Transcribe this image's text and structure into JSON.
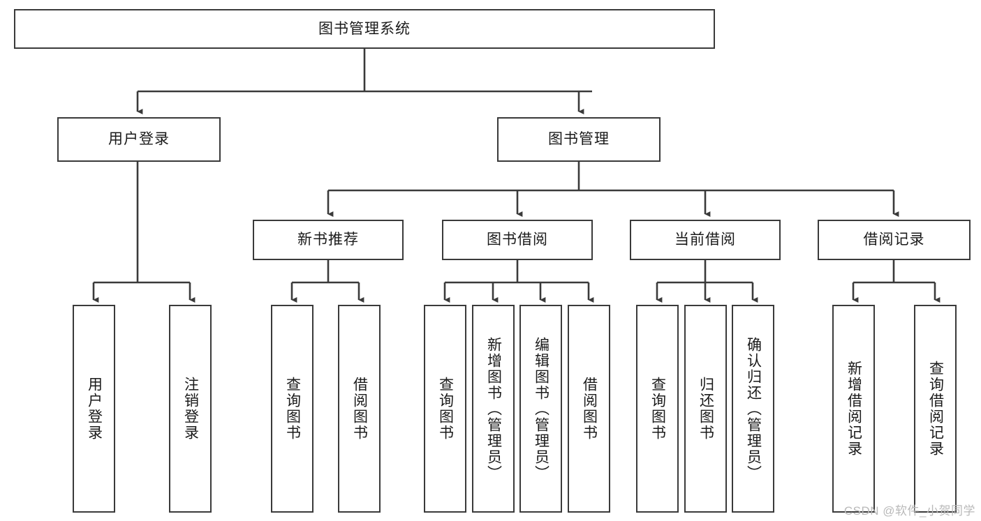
{
  "diagram": {
    "title": "图书管理系统",
    "type": "functional-structure-tree",
    "root": {
      "label": "图书管理系统"
    },
    "level2": [
      {
        "label": "用户登录"
      },
      {
        "label": "图书管理"
      }
    ],
    "level3": [
      {
        "label": "新书推荐"
      },
      {
        "label": "图书借阅"
      },
      {
        "label": "当前借阅"
      },
      {
        "label": "借阅记录"
      }
    ],
    "leaves": {
      "user_login": [
        {
          "label": "用户登录"
        },
        {
          "label": "注销登录"
        }
      ],
      "new_book_recommend": [
        {
          "label": "查询图书"
        },
        {
          "label": "借阅图书"
        }
      ],
      "book_borrow": [
        {
          "label": "查询图书"
        },
        {
          "label": "新增图书（管理员）"
        },
        {
          "label": "编辑图书（管理员）"
        },
        {
          "label": "借阅图书"
        }
      ],
      "current_borrow": [
        {
          "label": "查询图书"
        },
        {
          "label": "归还图书"
        },
        {
          "label": "确认归还（管理员）"
        }
      ],
      "borrow_record": [
        {
          "label": "新增借阅记录"
        },
        {
          "label": "查询借阅记录"
        }
      ]
    }
  },
  "watermark": {
    "text": "CSDN @软件_小贺同学"
  },
  "colors": {
    "stroke": "#3a3a3a",
    "box_fill": "#ffffff",
    "text": "#1a1a1a",
    "watermark": "#b9b9b9",
    "page_background": "#ffffff"
  }
}
